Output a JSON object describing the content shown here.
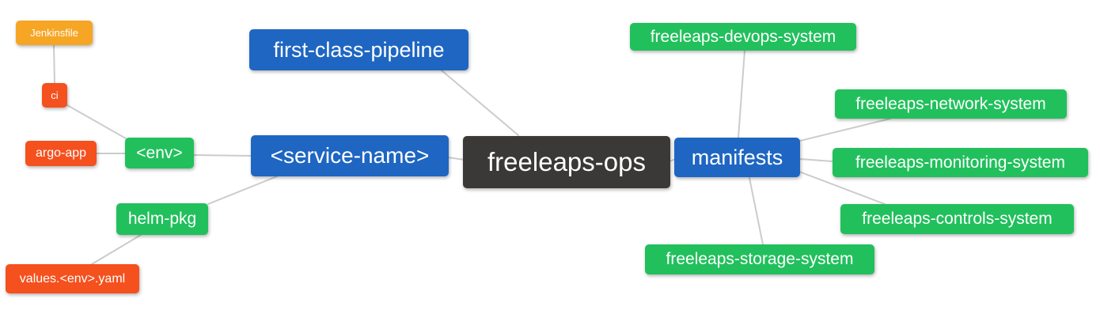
{
  "diagram": {
    "type": "mindmap",
    "root": "freeleaps-ops",
    "colors": {
      "amber": "#F6A624",
      "red": "#F4511E",
      "green": "#21C05C",
      "blue": "#1E66C2",
      "dark": "#3B3838",
      "edge": "#CCCCCC",
      "text": "#FFFFFF",
      "background": "#FFFFFF"
    },
    "nodes": [
      {
        "id": "jenkinsfile",
        "label": "Jenkinsfile",
        "color": "amber"
      },
      {
        "id": "ci",
        "label": "ci",
        "color": "red"
      },
      {
        "id": "argo-app",
        "label": "argo-app",
        "color": "red"
      },
      {
        "id": "env",
        "label": "<env>",
        "color": "green"
      },
      {
        "id": "first-class-pipeline",
        "label": "first-class-pipeline",
        "color": "blue"
      },
      {
        "id": "service-name",
        "label": "<service-name>",
        "color": "blue"
      },
      {
        "id": "freeleaps-ops",
        "label": "freeleaps-ops",
        "color": "dark"
      },
      {
        "id": "manifests",
        "label": "manifests",
        "color": "blue"
      },
      {
        "id": "helm-pkg",
        "label": "helm-pkg",
        "color": "green"
      },
      {
        "id": "values-env-yaml",
        "label": "values.<env>.yaml",
        "color": "red"
      },
      {
        "id": "freeleaps-devops-system",
        "label": "freeleaps-devops-system",
        "color": "green"
      },
      {
        "id": "freeleaps-network-system",
        "label": "freeleaps-network-system",
        "color": "green"
      },
      {
        "id": "freeleaps-monitoring-system",
        "label": "freeleaps-monitoring-system",
        "color": "green"
      },
      {
        "id": "freeleaps-controls-system",
        "label": "freeleaps-controls-system",
        "color": "green"
      },
      {
        "id": "freeleaps-storage-system",
        "label": "freeleaps-storage-system",
        "color": "green"
      }
    ],
    "edges": [
      [
        "Jenkinsfile",
        "ci"
      ],
      [
        "ci",
        "<env>"
      ],
      [
        "argo-app",
        "<env>"
      ],
      [
        "<env>",
        "<service-name>"
      ],
      [
        "<service-name>",
        "helm-pkg"
      ],
      [
        "helm-pkg",
        "values.<env>.yaml"
      ],
      [
        "first-class-pipeline",
        "freeleaps-ops"
      ],
      [
        "<service-name>",
        "freeleaps-ops"
      ],
      [
        "freeleaps-ops",
        "manifests"
      ],
      [
        "manifests",
        "freeleaps-devops-system"
      ],
      [
        "manifests",
        "freeleaps-network-system"
      ],
      [
        "manifests",
        "freeleaps-monitoring-system"
      ],
      [
        "manifests",
        "freeleaps-controls-system"
      ],
      [
        "manifests",
        "freeleaps-storage-system"
      ]
    ]
  }
}
